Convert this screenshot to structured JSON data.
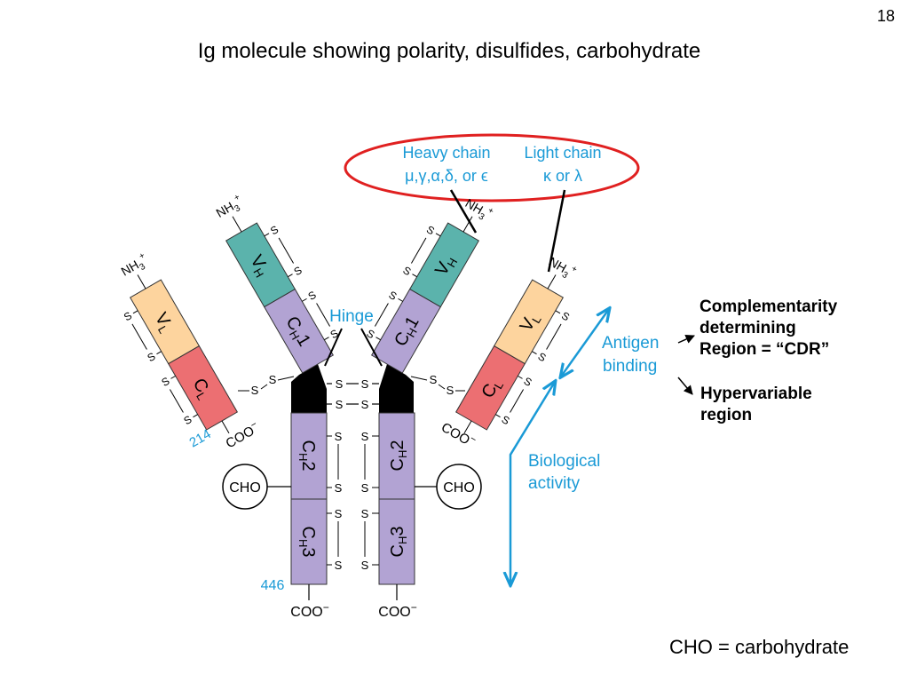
{
  "slide_number": "18",
  "title": "Ig molecule showing polarity, disulfides, carbohydrate",
  "callout": {
    "heavy_chain_label": "Heavy chain",
    "heavy_chain_classes": "μ,γ,α,δ, or ϵ",
    "light_chain_label": "Light chain",
    "light_chain_classes": "κ or λ"
  },
  "labels": {
    "hinge": "Hinge",
    "antigen_binding_1": "Antigen",
    "antigen_binding_2": "binding",
    "biological_activity_1": "Biological",
    "biological_activity_2": "activity",
    "light_residue": "214",
    "heavy_residue": "446",
    "cho": "CHO",
    "coo": "COO",
    "minus": "−",
    "nh3": "NH",
    "nh3_sub": "3",
    "nh3_sup": "+",
    "sulfur": "S"
  },
  "domains": {
    "vh_main": "V",
    "vh_sub": "H",
    "vl_main": "V",
    "vl_sub": "L",
    "ch1_main": "C",
    "ch1_sub": "H",
    "ch1_suffix": "1",
    "cl_main": "C",
    "cl_sub": "L",
    "ch2_main": "C",
    "ch2_sub": "H",
    "ch2_suffix": "2",
    "ch3_main": "C",
    "ch3_sub": "H",
    "ch3_suffix": "3"
  },
  "annotations": {
    "cdr_line1": "Complementarity",
    "cdr_line2": "determining",
    "cdr_line3": "Region = “CDR”",
    "hv_line1": "Hypervariable",
    "hv_line2": "region"
  },
  "footnote": "CHO = carbohydrate",
  "colors": {
    "vh": "#5bb3ac",
    "vl": "#fdd49e",
    "ch": "#b2a3d3",
    "cl": "#ec6f72",
    "hinge_block": "#000000",
    "accent_blue": "#1a9ad6",
    "callout_ring": "#e02020"
  }
}
